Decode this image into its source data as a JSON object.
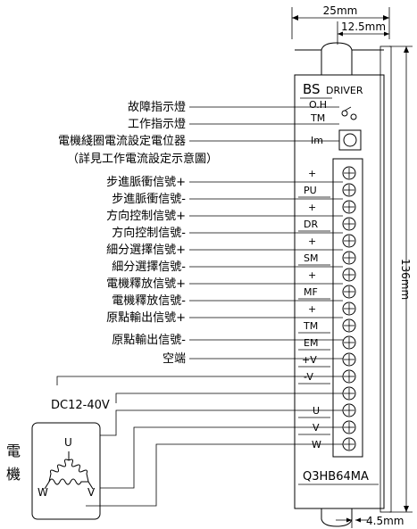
{
  "dimensions": {
    "width_total": "25mm",
    "width_half": "12.5mm",
    "height": "136mm",
    "mount_offset": "4.5mm"
  },
  "panel": {
    "brand": "BS",
    "brand_sub": "DRIVER",
    "oh": "O.H",
    "tm": "TM",
    "im": "Im",
    "model": "Q3HB64MA",
    "terminals": [
      "+",
      "PU",
      "+",
      "DR",
      "+",
      "SM",
      "+",
      "MF",
      "+",
      "TM",
      "EM",
      "+V",
      "-V",
      "",
      "U",
      "V",
      "W"
    ]
  },
  "labels": {
    "fault_led": "故障指示燈",
    "work_led": "工作指示燈",
    "current_pot": "電機綫圈電流設定電位器",
    "current_note": "（詳見工作電流設定示意圖）",
    "pulse_plus": "步進脈衝信號+",
    "pulse_minus": "步進脈衝信號-",
    "dir_plus": "方向控制信號+",
    "dir_minus": "方向控制信號-",
    "micro_plus": "細分選擇信號+",
    "micro_minus": "細分選擇信號-",
    "release_plus": "電機釋放信號+",
    "release_minus": "電機釋放信號-",
    "home_plus": "原點輸出信號+",
    "home_minus": "原點輸出信號-",
    "empty": "空端"
  },
  "power": {
    "supply": "DC12-40V"
  },
  "motor": {
    "label_char1": "電",
    "label_char2": "機",
    "u": "U",
    "v": "V",
    "w": "W"
  }
}
